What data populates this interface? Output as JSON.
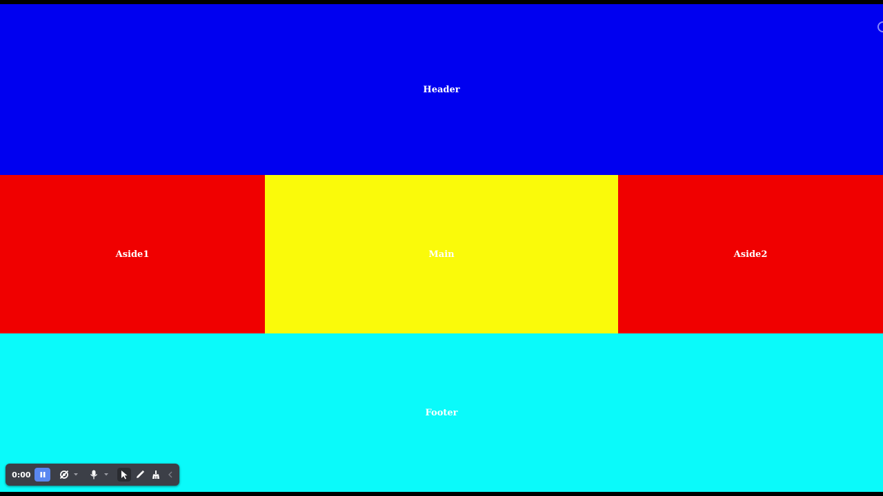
{
  "colors": {
    "header": "#0000f0",
    "aside": "#f00000",
    "main": "#fafa0a",
    "footer": "#0afafa",
    "label": "#ffffff"
  },
  "layout_regions": {
    "header": "Header",
    "aside1": "Aside1",
    "main": "Main",
    "aside2": "Aside2",
    "footer": "Footer"
  },
  "recorder": {
    "time": "0:00",
    "icons": [
      "pause-icon",
      "camera-off-icon",
      "microphone-icon",
      "pointer-icon",
      "pen-icon",
      "eraser-icon",
      "chevron-left-icon"
    ]
  }
}
